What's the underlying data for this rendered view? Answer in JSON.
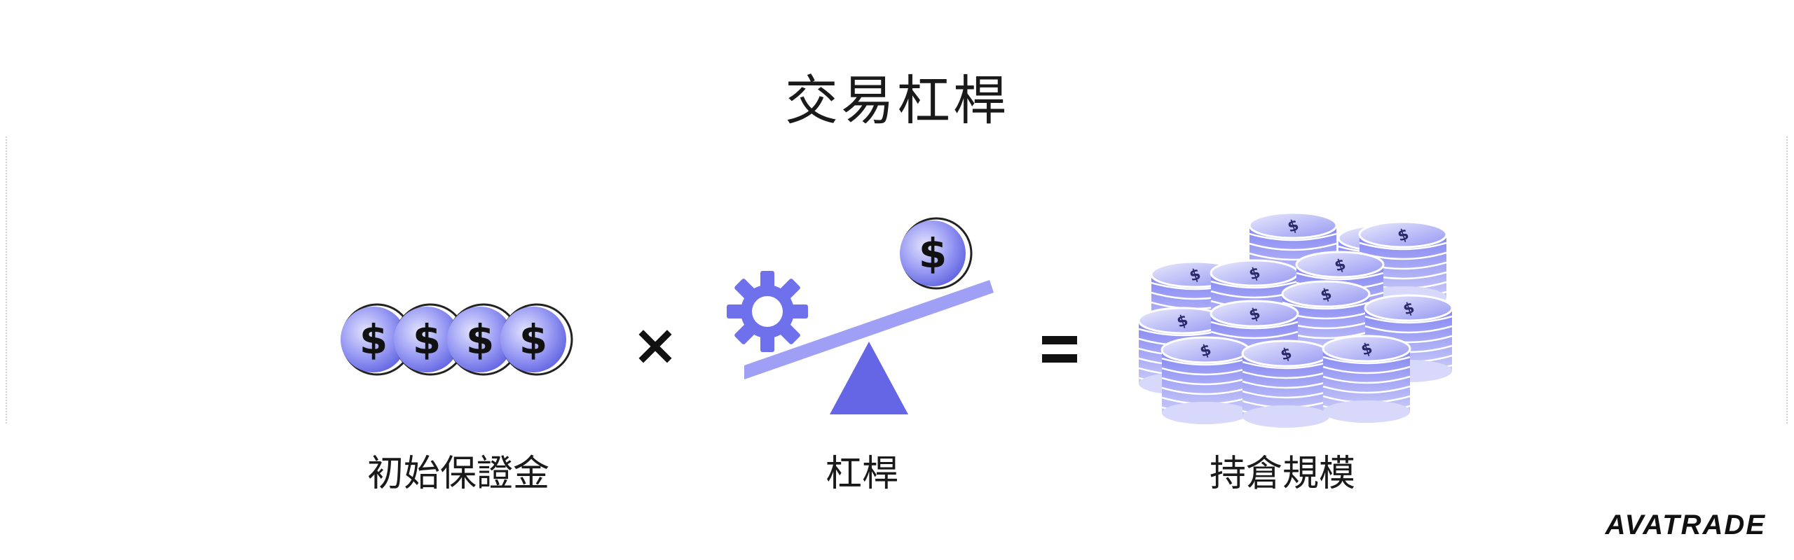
{
  "title": "交易杠桿",
  "captions": {
    "margin": "初始保證金",
    "leverage": "杠桿",
    "position": "持倉規模"
  },
  "operators": {
    "multiply": "×",
    "equals": "="
  },
  "coin_symbol": "$",
  "brand": "AVATRADE",
  "colors": {
    "accent": "#7a7cf0",
    "accent_light": "#c9caf8",
    "accent_dark": "#5557d6",
    "text": "#1a1a1a"
  },
  "icons": [
    "coin-icon",
    "gear-icon",
    "seesaw-icon",
    "coin-stack-icon"
  ]
}
